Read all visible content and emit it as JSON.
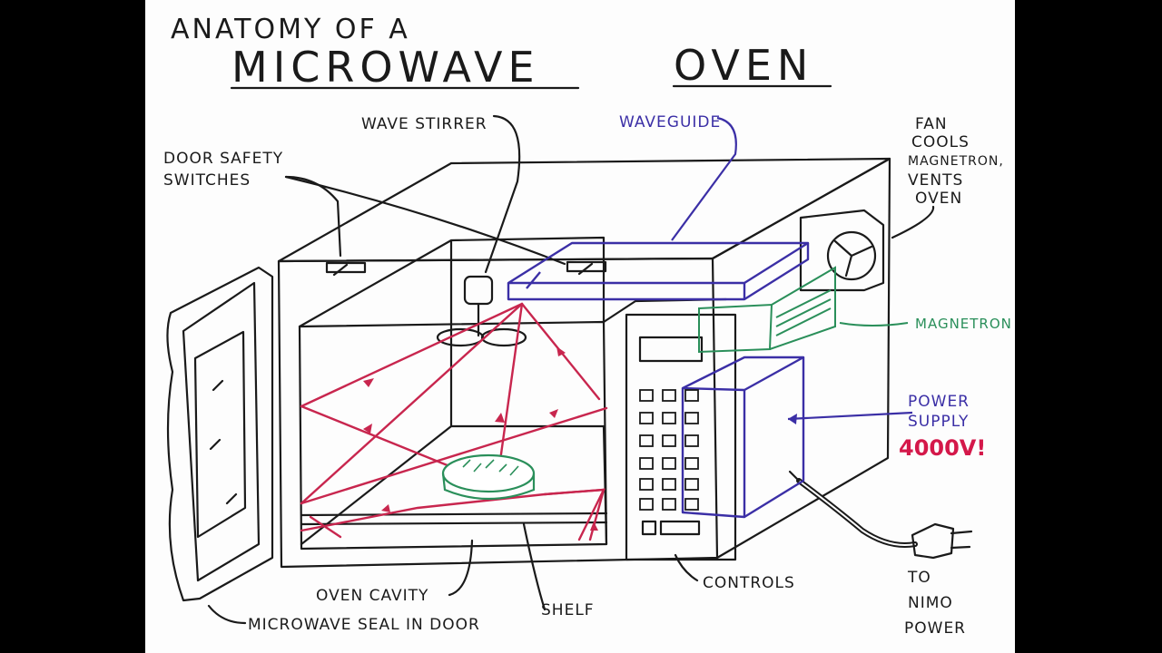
{
  "title": {
    "line1": "ANATOMY OF A",
    "word1": "MICROWAVE",
    "word2": "OVEN"
  },
  "labels": {
    "wave_stirrer": "WAVE STIRRER",
    "waveguide": "WAVEGUIDE",
    "door_safety_1": "DOOR SAFETY",
    "door_safety_2": "SWITCHES",
    "fan_1": "FAN",
    "fan_2": "COOLS",
    "fan_3": "MAGNETRON,",
    "fan_4": "VENTS",
    "fan_5": "OVEN",
    "magnetron": "MAGNETRON",
    "power_1": "POWER",
    "power_2": "SUPPLY",
    "voltage": "4000V!",
    "oven_cavity": "OVEN CAVITY",
    "shelf": "SHELF",
    "controls": "CONTROLS",
    "seal": "MICROWAVE SEAL IN DOOR",
    "to_1": "TO",
    "to_2": "NIMO",
    "to_3": "POWER"
  },
  "colors": {
    "ink": "#1a1a1a",
    "waveguide": "#3b2fa6",
    "magnetron": "#2a8f5a",
    "waves": "#c8264e",
    "voltage": "#d4184a"
  }
}
